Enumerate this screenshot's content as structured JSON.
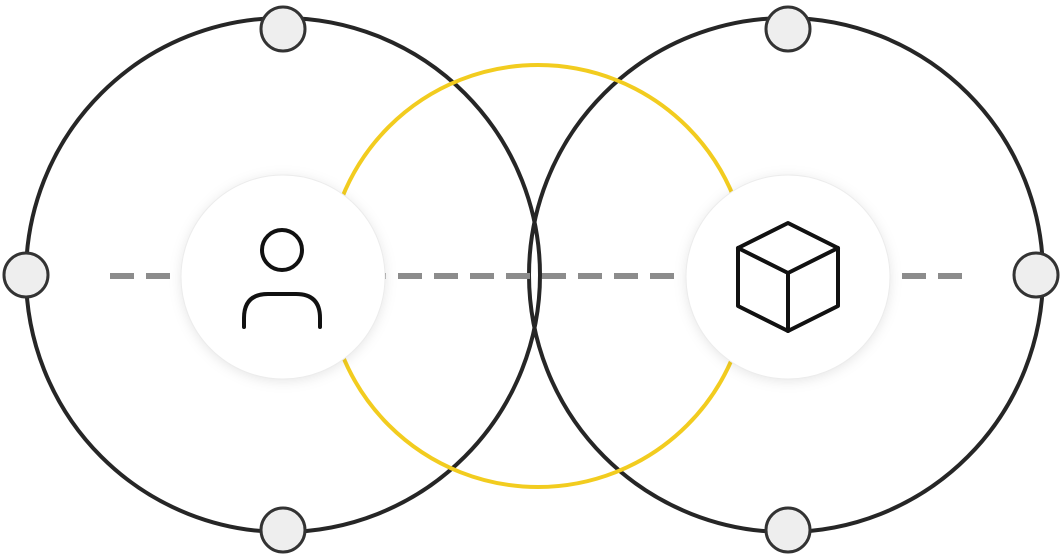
{
  "diagram": {
    "colors": {
      "background": "#ffffff",
      "ring_stroke": "#262626",
      "highlight_ring": "#f2cc1f",
      "connector_dash": "#8c8c8c",
      "node_fill": "#eeeeee",
      "node_stroke": "#333333",
      "hub_fill": "#ffffff",
      "icon_stroke": "#111111"
    },
    "hubs": [
      {
        "id": "user",
        "icon": "user-icon"
      },
      {
        "id": "object",
        "icon": "cube-icon"
      }
    ],
    "connector": {
      "style": "dashed"
    },
    "overlap": {
      "style": "highlight-ring"
    }
  }
}
